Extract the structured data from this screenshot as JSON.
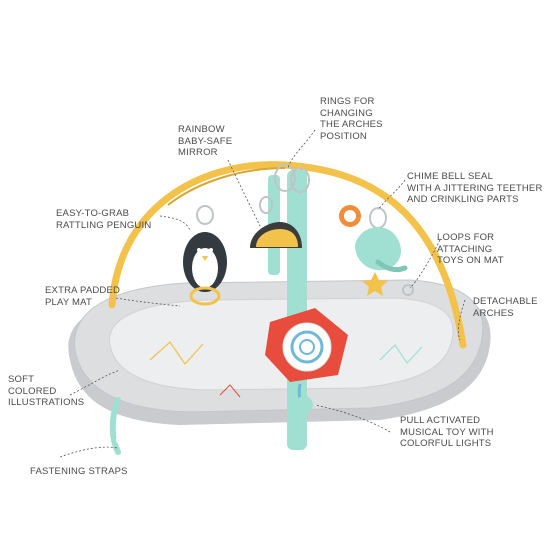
{
  "callouts": [
    {
      "id": "rainbow-mirror",
      "lines": [
        "RAINBOW",
        "BABY-SAFE",
        "MIRROR"
      ]
    },
    {
      "id": "rings",
      "lines": [
        "RINGS FOR",
        "CHANGING",
        "THE ARCHES",
        "POSITION"
      ]
    },
    {
      "id": "chime-seal",
      "lines": [
        "CHIME BELL SEAL",
        "WITH A JITTERING TEETHER",
        "AND CRINKLING PARTS"
      ]
    },
    {
      "id": "penguin",
      "lines": [
        "EASY-TO-GRAB",
        "RATTLING PENGUIN"
      ]
    },
    {
      "id": "loops",
      "lines": [
        "LOOPS FOR",
        "ATTACHING",
        "TOYS ON MAT"
      ]
    },
    {
      "id": "play-mat",
      "lines": [
        "EXTRA PADDED",
        "PLAY MAT"
      ]
    },
    {
      "id": "arches",
      "lines": [
        "DETACHABLE",
        "ARCHES"
      ]
    },
    {
      "id": "illustrations",
      "lines": [
        "SOFT",
        "COLORED",
        "ILLUSTRATIONS"
      ]
    },
    {
      "id": "musical-toy",
      "lines": [
        "PULL ACTIVATED",
        "MUSICAL TOY WITH",
        "COLORFUL LIGHTS"
      ]
    },
    {
      "id": "straps",
      "lines": [
        "FASTENING STRAPS"
      ]
    }
  ],
  "colors": {
    "arch": "#f2c24a",
    "arch_edge": "#d9a534",
    "mat_outer": "#d7d9db",
    "mat_inner": "#e9ebec",
    "mint": "#9fe0d2",
    "red": "#e84c3d",
    "text": "#4a4a4a"
  }
}
